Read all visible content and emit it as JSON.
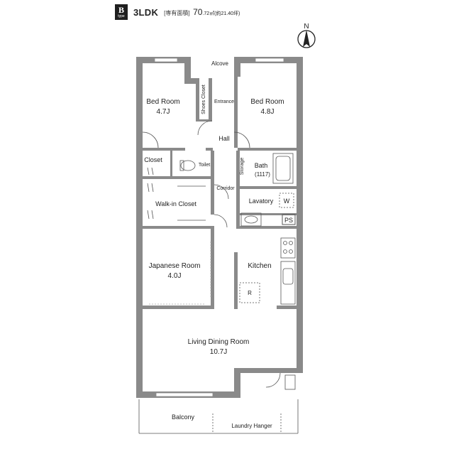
{
  "header": {
    "type_letter": "B",
    "type_sub": "type",
    "plan_type": "3LDK",
    "area_label": "[専有面積]",
    "area_value": "70",
    "area_unit": ".72㎡",
    "area_tsubo": "(約21.40坪)"
  },
  "compass": {
    "label": "N"
  },
  "rooms": {
    "alcove": "Alcove",
    "bedroom_left_name": "Bed Room",
    "bedroom_left_size": "4.7J",
    "bedroom_right_name": "Bed Room",
    "bedroom_right_size": "4.8J",
    "shoes_closet": "Shoes Closet",
    "entrance": "Entrance",
    "hall": "Hall",
    "closet": "Closet",
    "toilet": "Toilet",
    "storage": "Storage",
    "bath_name": "Bath",
    "bath_size": "(1117)",
    "corridor": "Corridor",
    "walkin_closet": "Walk-in Closet",
    "lavatory": "Lavatory",
    "washer": "W",
    "ps": "PS",
    "japanese_room_name": "Japanese Room",
    "japanese_room_size": "4.0J",
    "kitchen": "Kitchen",
    "refrigerator": "R",
    "living_name": "Living Dining Room",
    "living_size": "10.7J",
    "balcony": "Balcony",
    "laundry_hanger": "Laundry Hanger"
  }
}
